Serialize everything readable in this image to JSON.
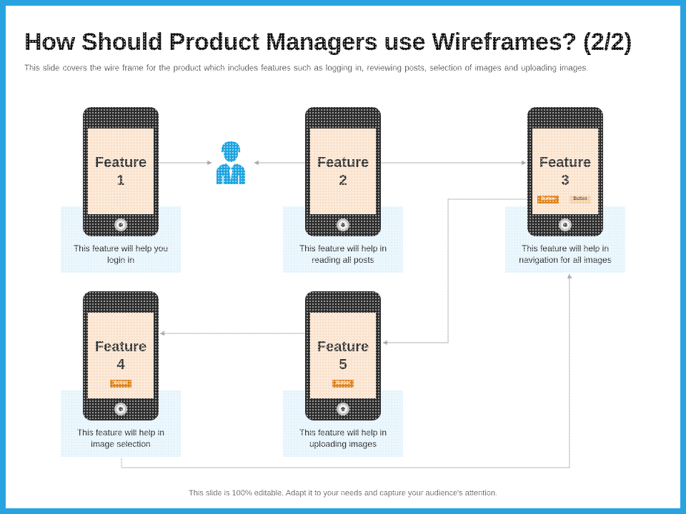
{
  "header": {
    "title": "How Should Product Managers use Wireframes? (2/2)",
    "subtitle": "This slide covers the wire frame for the product which includes features  such as logging  in, reviewing  posts, selection of images and uploading images."
  },
  "features": [
    {
      "label_top": "Feature",
      "label_num": "1",
      "description": "This feature will help you login in"
    },
    {
      "label_top": "Feature",
      "label_num": "2",
      "description": "This feature will help in reading all posts"
    },
    {
      "label_top": "Feature",
      "label_num": "3",
      "description": "This feature will help in navigation for all images",
      "buttons": [
        "Button",
        "Button"
      ]
    },
    {
      "label_top": "Feature",
      "label_num": "4",
      "description": "This feature will help in image selection",
      "buttons": [
        "Button"
      ]
    },
    {
      "label_top": "Feature",
      "label_num": "5",
      "description": "This feature will help in uploading images",
      "buttons": [
        "Button"
      ]
    }
  ],
  "user": {
    "icon": "user-icon"
  },
  "footer": {
    "text": "This slide is 100% editable. Adapt it to your needs and capture your audience's attention."
  },
  "colors": {
    "border": "#29a3e0",
    "phone_body": "#2b2b2b",
    "screen": "#fbe3cd",
    "desc_box": "#e6f4fc",
    "button_primary": "#e0821c",
    "button_secondary": "#f3cfa8",
    "user_icon": "#1ba3df",
    "connector": "#b0b0b0"
  }
}
